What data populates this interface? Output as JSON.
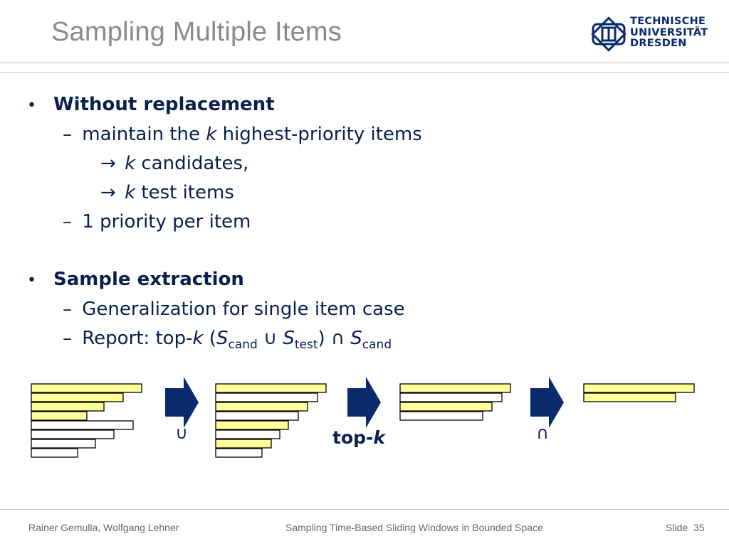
{
  "slide": {
    "title": "Sampling Multiple Items",
    "logo": {
      "line1": "TECHNISCHE",
      "line2": "UNIVERSITÄT",
      "line3": "DRESDEN"
    }
  },
  "bullets": {
    "b1": {
      "marker": "•",
      "text": "Without replacement",
      "sub1": {
        "dash": "–",
        "pre": "maintain the ",
        "k": "k",
        "post": " highest-priority items"
      },
      "arrow1": {
        "arrow": "→",
        "k": "k",
        "post": " candidates,"
      },
      "arrow2": {
        "arrow": "→",
        "k": "k",
        "post": " test items"
      },
      "sub2": {
        "dash": "–",
        "text": "1 priority per item"
      }
    },
    "b2": {
      "marker": "•",
      "text": "Sample extraction",
      "sub1": {
        "dash": "–",
        "text": "Generalization for single item case"
      },
      "sub2": {
        "dash": "–",
        "pre": "Report: top-",
        "k": "k",
        "open": " (",
        "s1": "S",
        "s1sub": "cand",
        "union": " ∪ ",
        "s2": "S",
        "s2sub": "test",
        "close": ") ",
        "intersect": "∩ ",
        "s3": "S",
        "s3sub": "cand"
      }
    }
  },
  "diagram": {
    "op_union": "∪",
    "op_topk_pre": "top-",
    "op_topk_k": "k",
    "op_intersect": "∩",
    "fill_color": "#ffff99",
    "stroke_color": "#000000",
    "arrow_color": "#0a2a6b",
    "groups": [
      {
        "bars": [
          {
            "len": 1.0,
            "hl": true
          },
          {
            "len": 0.83,
            "hl": true
          },
          {
            "len": 0.66,
            "hl": true
          },
          {
            "len": 0.5,
            "hl": true
          },
          {
            "len": 0.92,
            "hl": false
          },
          {
            "len": 0.75,
            "hl": false
          },
          {
            "len": 0.58,
            "hl": false
          },
          {
            "len": 0.42,
            "hl": false
          }
        ]
      },
      {
        "bars": [
          {
            "len": 1.0,
            "hl": true
          },
          {
            "len": 0.92,
            "hl": false
          },
          {
            "len": 0.83,
            "hl": true
          },
          {
            "len": 0.75,
            "hl": false
          },
          {
            "len": 0.66,
            "hl": true
          },
          {
            "len": 0.58,
            "hl": false
          },
          {
            "len": 0.5,
            "hl": true
          },
          {
            "len": 0.42,
            "hl": false
          }
        ]
      },
      {
        "bars": [
          {
            "len": 1.0,
            "hl": true
          },
          {
            "len": 0.92,
            "hl": false
          },
          {
            "len": 0.83,
            "hl": true
          },
          {
            "len": 0.75,
            "hl": false
          }
        ]
      },
      {
        "bars": [
          {
            "len": 1.0,
            "hl": true
          },
          {
            "len": 0.83,
            "hl": true
          }
        ]
      }
    ]
  },
  "footer": {
    "authors": "Rainer Gemulla, Wolfgang Lehner",
    "talk": "Sampling Time-Based Sliding Windows in Bounded Space",
    "slide_label": "Slide",
    "slide_number": "35"
  }
}
